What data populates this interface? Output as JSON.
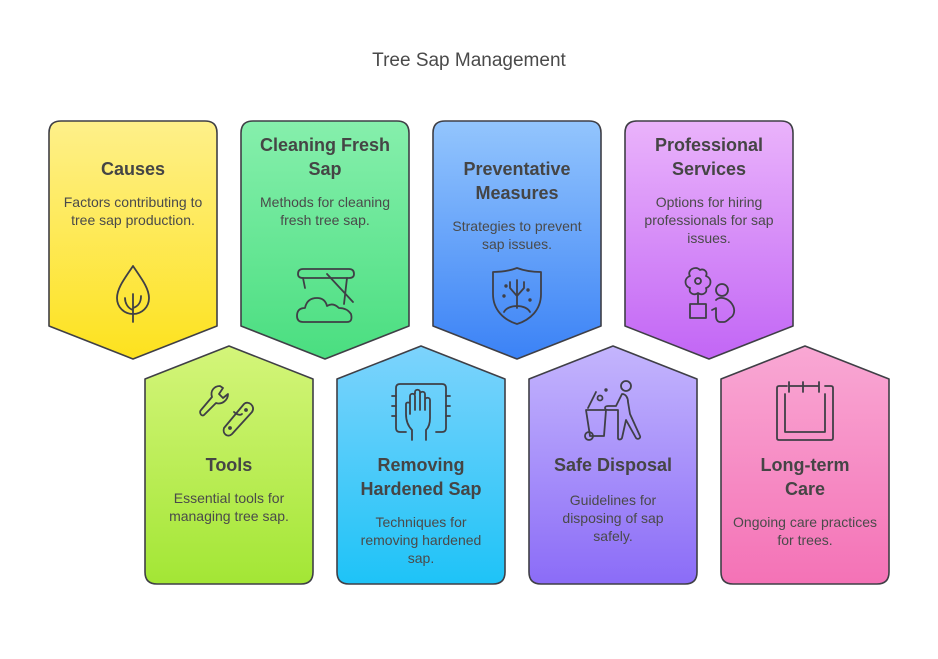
{
  "title": "Tree Sap Management",
  "cards": [
    {
      "heading": "Causes",
      "desc": "Factors contributing to tree sap production.",
      "icon": "tree-leaf-icon",
      "color_top": "#fef08a",
      "color_bottom": "#fde21e"
    },
    {
      "heading": "Cleaning Fresh Sap",
      "desc": "Methods for cleaning fresh tree sap.",
      "icon": "cleaning-bucket-icon",
      "color_top": "#86efac",
      "color_bottom": "#4ade80"
    },
    {
      "heading": "Preventative Measures",
      "desc": "Strategies to prevent sap issues.",
      "icon": "shield-tree-icon",
      "color_top": "#93c5fd",
      "color_bottom": "#3b82f6"
    },
    {
      "heading": "Professional Services",
      "desc": "Options for hiring professionals for sap issues.",
      "icon": "gardener-icon",
      "color_top": "#e9a8fb",
      "color_bottom": "#c266f5"
    },
    {
      "heading": "Tools",
      "desc": "Essential tools for managing tree sap.",
      "icon": "tools-icon",
      "color_top": "#d4f57a",
      "color_bottom": "#a3e635"
    },
    {
      "heading": "Removing Hardened Sap",
      "desc": "Techniques for removing hardened sap.",
      "icon": "hand-scrub-icon",
      "color_top": "#7dd3fc",
      "color_bottom": "#1ec3f7"
    },
    {
      "heading": "Safe Disposal",
      "desc": "Guidelines for disposing of sap safely.",
      "icon": "trash-disposal-icon",
      "color_top": "#c4b5fd",
      "color_bottom": "#8b6cf7"
    },
    {
      "heading": "Long-term Care",
      "desc": "Ongoing care practices for trees.",
      "icon": "calendar-icon",
      "color_top": "#f9a8d4",
      "color_bottom": "#f472b6"
    }
  ]
}
